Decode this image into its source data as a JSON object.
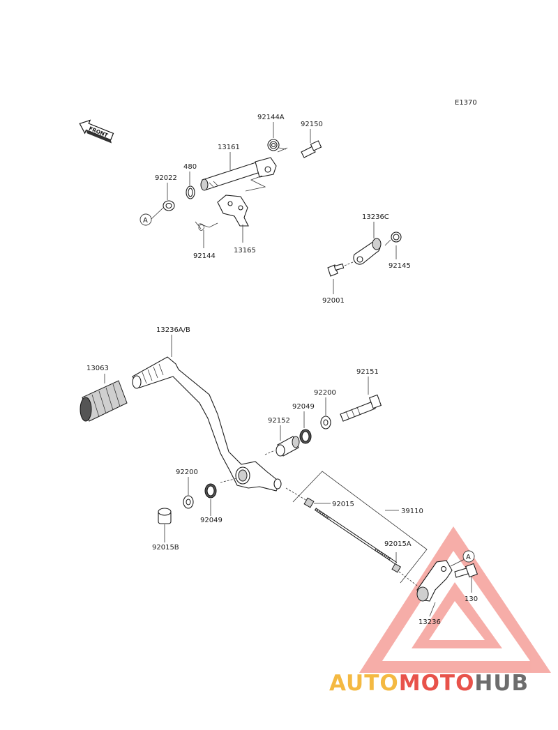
{
  "diagram_code": "E1370",
  "front_label": "FRONT",
  "callouts": {
    "ref_a_top": "A",
    "ref_a_right": "A",
    "p92144A": "92144A",
    "p92150": "92150",
    "p13161": "13161",
    "p480": "480",
    "p92022": "92022",
    "p92144": "92144",
    "p13165": "13165",
    "p13236C": "13236C",
    "p92145": "92145",
    "p92001": "92001",
    "p13236AB": "13236A/B",
    "p13063": "13063",
    "p92151": "92151",
    "p92200_right": "92200",
    "p92049_right": "92049",
    "p92152": "92152",
    "p92200_left": "92200",
    "p92049_left": "92049",
    "p92015B": "92015B",
    "p92015": "92015",
    "p39110": "39110",
    "p92015A": "92015A",
    "p130": "130",
    "p13236": "13236"
  },
  "watermark": {
    "part1": "AUTO",
    "part2": "MOTO",
    "part3": "HUB",
    "color_auto": "#f4b942",
    "color_moto": "#e8524a",
    "color_hub": "#6d6d6d"
  }
}
